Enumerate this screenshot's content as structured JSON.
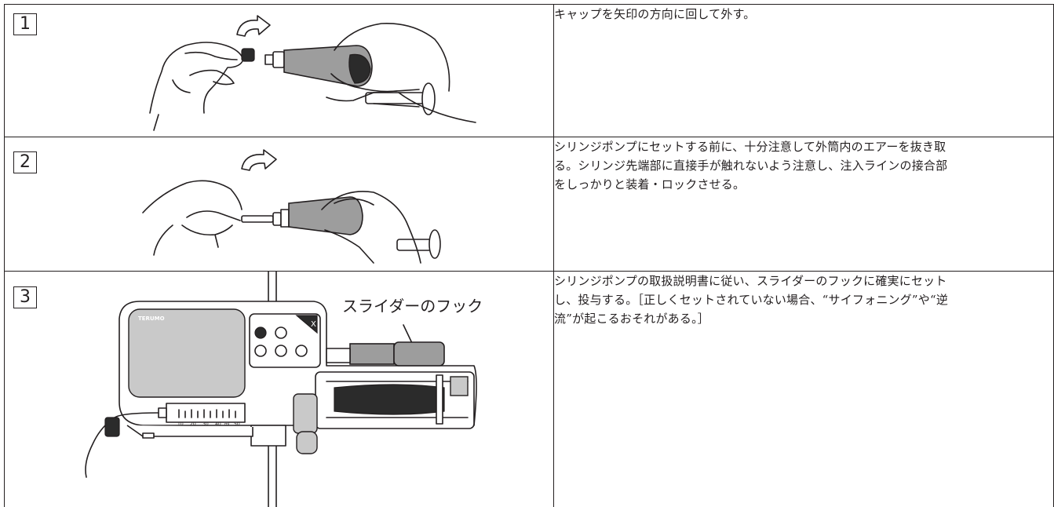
{
  "steps": [
    {
      "number": "1",
      "instruction_lines": [
        "キャップを矢印の方向に回して外す。"
      ]
    },
    {
      "number": "2",
      "instruction_lines": [
        "シリンジポンプにセットする前に、十分注意して外筒内のエアーを抜き取",
        "る。シリンジ先端部に直接手が触れないよう注意し、注入ラインの接合部",
        "をしっかりと装着・ロックさせる。"
      ]
    },
    {
      "number": "3",
      "instruction_lines": [
        "シリンジポンプの取扱説明書に従い、スライダーのフックに確実にセット",
        "し、投与する。［正しくセットされていない場合、“サイフォニング”や“逆",
        "流”が起こるおそれがある。］"
      ],
      "callout": "スライダーのフック",
      "device_brand": "TERUMO",
      "device_key_label": "X",
      "scale_labels": [
        "10",
        "20",
        "30",
        "40",
        "mL",
        "50"
      ]
    }
  ]
}
